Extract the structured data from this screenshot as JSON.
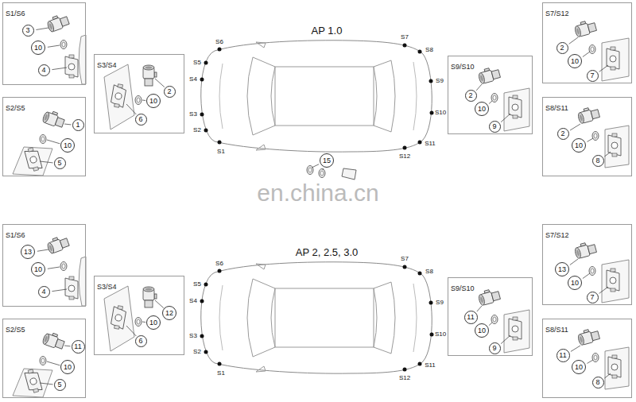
{
  "diagram": {
    "nodes": [
      {
        "text": [
          "S1/S6"
        ]
      },
      {
        "text": [
          "3"
        ],
        "in": 0
      },
      {
        "text": [
          "10"
        ],
        "in": 0
      },
      {
        "text": [
          "4"
        ],
        "in": 0
      },
      {
        "text": [
          "S2/S5"
        ]
      },
      {
        "text": [
          "1"
        ],
        "in": 4
      },
      {
        "text": [
          "10"
        ],
        "in": 4
      },
      {
        "text": [
          "5"
        ],
        "in": 4
      },
      {
        "text": [
          "S3/S4"
        ]
      },
      {
        "text": [
          "2"
        ],
        "in": 8
      },
      {
        "text": [
          "10"
        ],
        "in": 8
      },
      {
        "text": [
          "6"
        ],
        "in": 8
      },
      {
        "text": [
          "S9/S10"
        ]
      },
      {
        "text": [
          "2"
        ],
        "in": 12
      },
      {
        "text": [
          "10"
        ],
        "in": 12
      },
      {
        "text": [
          "9"
        ],
        "in": 12
      },
      {
        "text": [
          "S7/S12"
        ]
      },
      {
        "text": [
          "2"
        ],
        "in": 16
      },
      {
        "text": [
          "10"
        ],
        "in": 16
      },
      {
        "text": [
          "7"
        ],
        "in": 16
      },
      {
        "text": [
          "S8/S11"
        ]
      },
      {
        "text": [
          "2"
        ],
        "in": 20
      },
      {
        "text": [
          "10"
        ],
        "in": 20
      },
      {
        "text": [
          "8"
        ],
        "in": 20
      },
      {
        "text": [
          "15"
        ]
      },
      {
        "text": [
          "S1/S6"
        ]
      },
      {
        "text": [
          "13"
        ],
        "in": 25
      },
      {
        "text": [
          "10"
        ],
        "in": 25
      },
      {
        "text": [
          "4"
        ],
        "in": 25
      },
      {
        "text": [
          "S2/S5"
        ]
      },
      {
        "text": [
          "11"
        ],
        "in": 29
      },
      {
        "text": [
          "10"
        ],
        "in": 29
      },
      {
        "text": [
          "5"
        ],
        "in": 29
      },
      {
        "text": [
          "S3/S4"
        ]
      },
      {
        "text": [
          "12"
        ],
        "in": 33
      },
      {
        "text": [
          "10"
        ],
        "in": 33
      },
      {
        "text": [
          "6"
        ],
        "in": 33
      },
      {
        "text": [
          "S9/S10"
        ]
      },
      {
        "text": [
          "11"
        ],
        "in": 37
      },
      {
        "text": [
          "10"
        ],
        "in": 37
      },
      {
        "text": [
          "9"
        ],
        "in": 37
      },
      {
        "text": [
          "S7/S12"
        ]
      },
      {
        "text": [
          "13"
        ],
        "in": 41
      },
      {
        "text": [
          "10"
        ],
        "in": 41
      },
      {
        "text": [
          "7"
        ],
        "in": 41
      },
      {
        "text": [
          "S8/S11"
        ]
      },
      {
        "text": [
          "11"
        ],
        "in": 45
      },
      {
        "text": [
          "10"
        ],
        "in": 45
      },
      {
        "text": [
          "8"
        ],
        "in": 45
      }
    ],
    "labels": [
      "AP 1.0",
      "S6",
      "S5",
      "S4",
      "S3",
      "S2",
      "S1",
      "S7",
      "S8",
      "S9",
      "S10",
      "S11",
      "S12",
      "en.china.cn",
      "AP 2, 2.5, 3.0",
      "S6",
      "S5",
      "S4",
      "S3",
      "S2",
      "S1",
      "S7",
      "S8",
      "S9",
      "S10",
      "S11",
      "S12"
    ]
  }
}
